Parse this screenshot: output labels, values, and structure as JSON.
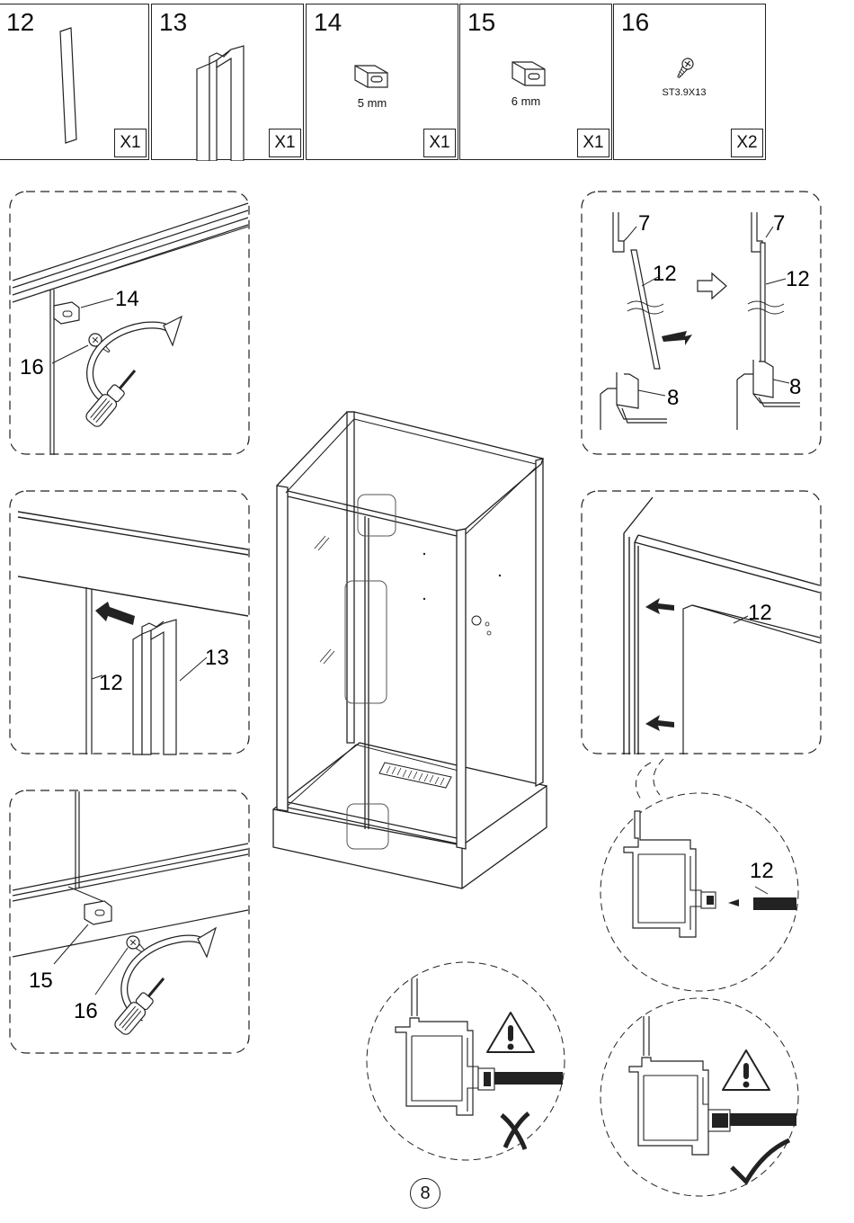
{
  "parts": [
    {
      "number": "12",
      "quantity": "X1",
      "spec": ""
    },
    {
      "number": "13",
      "quantity": "X1",
      "spec": ""
    },
    {
      "number": "14",
      "quantity": "X1",
      "spec": "5 mm"
    },
    {
      "number": "15",
      "quantity": "X1",
      "spec": "6 mm"
    },
    {
      "number": "16",
      "quantity": "X2",
      "spec": "ST3.9X13"
    }
  ],
  "labels": {
    "p14": "14",
    "p16": "16",
    "p15": "15",
    "p12": "12",
    "p13": "13",
    "p7": "7",
    "p8": "8"
  },
  "page_number": "8"
}
